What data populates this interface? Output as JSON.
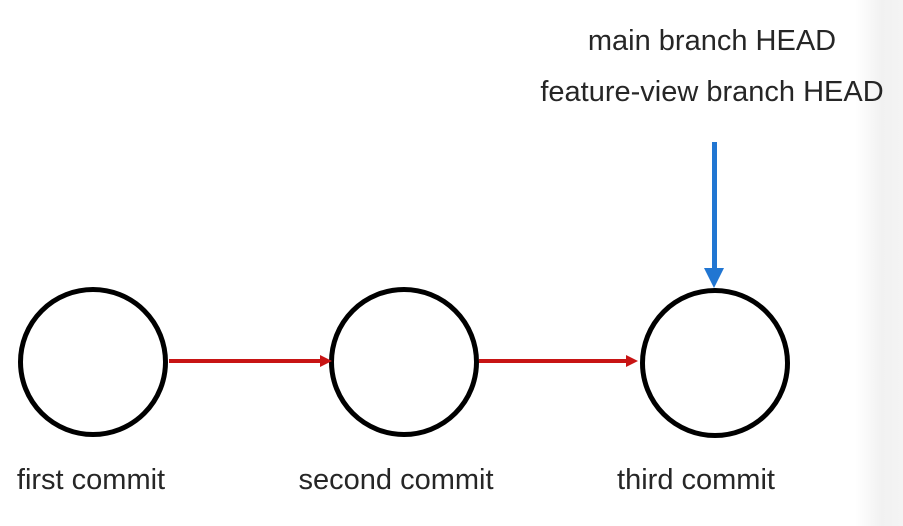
{
  "diagram": {
    "head_labels": [
      "main branch HEAD",
      "feature-view branch HEAD"
    ],
    "commits": [
      {
        "label": "first commit"
      },
      {
        "label": "second commit"
      },
      {
        "label": "third commit"
      }
    ],
    "colors": {
      "background": "#ffffff",
      "node_outline": "#000000",
      "commit_arrow": "#c81414",
      "head_arrow": "#2176d2",
      "text": "#262626"
    }
  }
}
